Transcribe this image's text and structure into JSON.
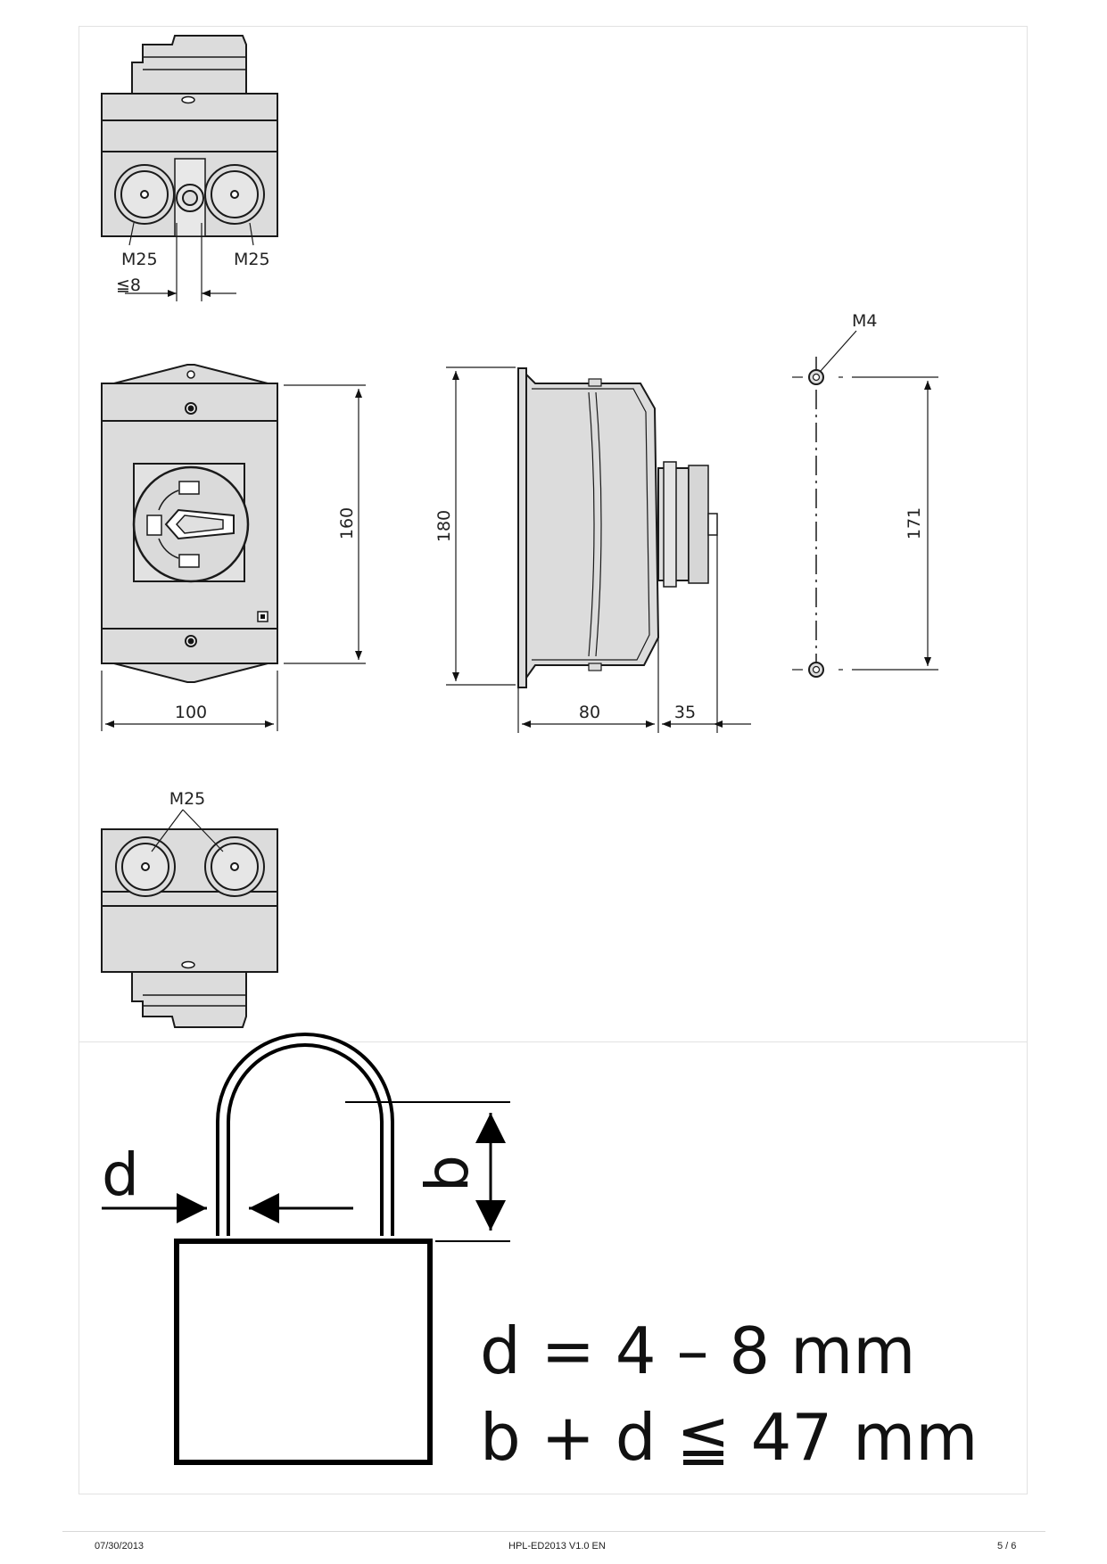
{
  "top_view": {
    "gland_left_label": "M25",
    "gland_right_label": "M25",
    "gap_label": "≦8"
  },
  "front_view": {
    "height_label": "160",
    "width_label": "100"
  },
  "side_view": {
    "height_label": "180",
    "depth_label": "80",
    "shaft_label": "35"
  },
  "mounting": {
    "screw_label": "M4",
    "spacing_label": "171"
  },
  "bottom_view": {
    "gland_label": "M25"
  },
  "padlock": {
    "d_label": "d",
    "b_label": "b",
    "formula_1": "d = 4 – 8 mm",
    "formula_2": "b + d ≦ 47 mm"
  },
  "footer": {
    "date": "07/30/2013",
    "doc": "HPL-ED2013 V1.0 EN",
    "page": "5 / 6"
  },
  "colors": {
    "housing_fill": "#dcdcdc",
    "line": "#1a1a1a"
  }
}
